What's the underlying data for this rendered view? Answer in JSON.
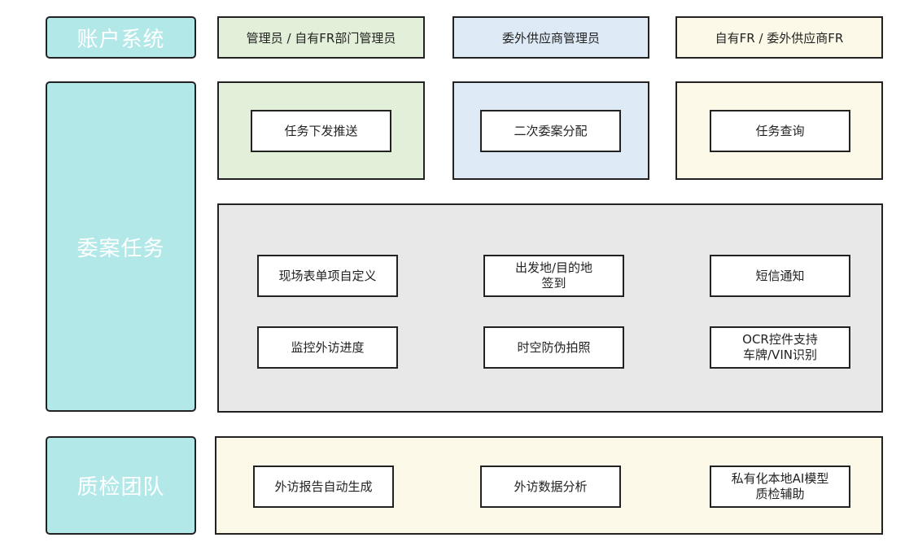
{
  "sections": {
    "account": "账户系统",
    "dispatch": "委案任务",
    "qc": "质检团队"
  },
  "roles": {
    "admin": "管理员 / 自有FR部门管理员",
    "supplier_admin": "委外供应商管理员",
    "fr": "自有FR / 委外供应商FR"
  },
  "dispatch_tasks": {
    "push": "任务下发推送",
    "reassign": "二次委案分配",
    "query": "任务查询"
  },
  "features": {
    "custom_form": "现场表单项自定义",
    "checkin": "出发地/目的地\n签到",
    "sms": "短信通知",
    "monitor": "监控外访进度",
    "photo": "时空防伪拍照",
    "ocr": "OCR控件支持\n车牌/VIN识别"
  },
  "qc_tasks": {
    "report": "外访报告自动生成",
    "analysis": "外访数据分析",
    "ai": "私有化本地AI模型\n质检辅助"
  }
}
